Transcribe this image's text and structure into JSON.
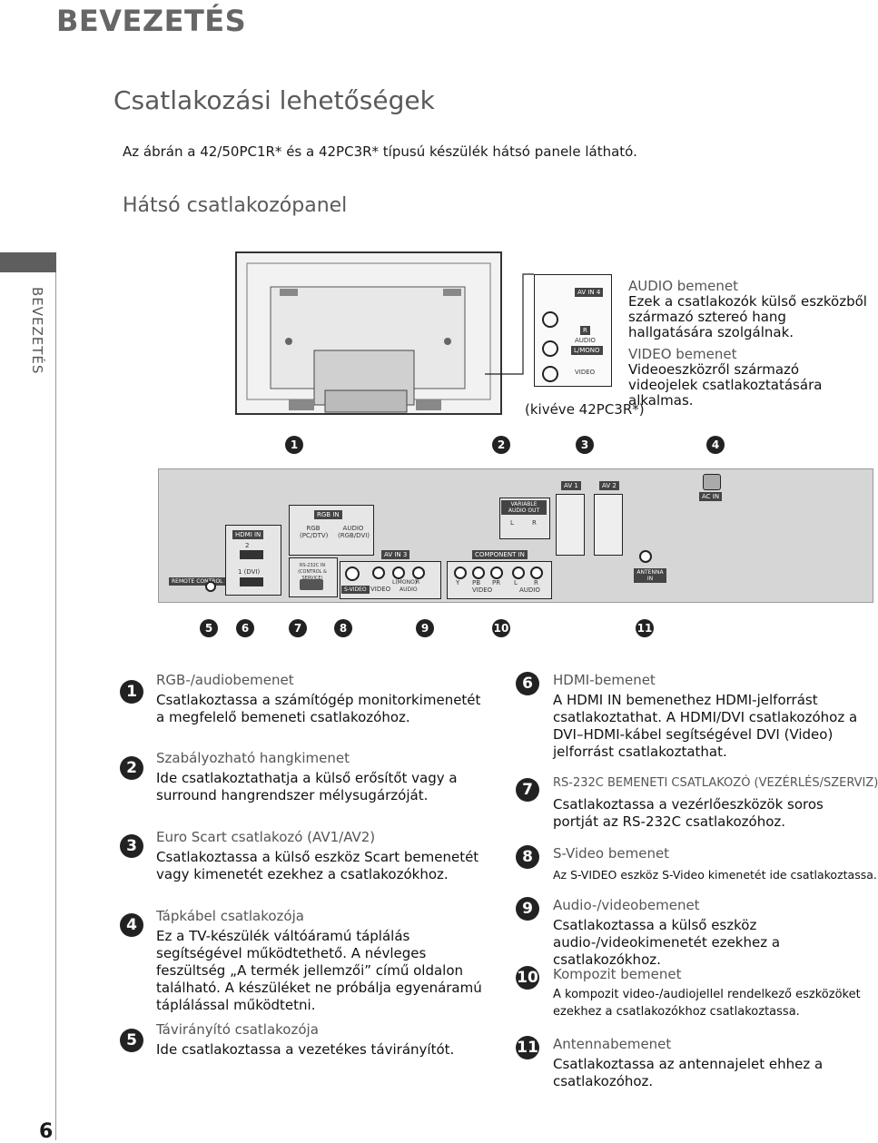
{
  "header": {
    "title": "BEVEZETÉS",
    "side_label": "BEVEZETÉS",
    "page_number": "6"
  },
  "section_title": "Csatlakozási lehetőségek",
  "intro": "Az ábrán a 42/50PC1R* és a 42PC3R* típusú készülék hátsó panele látható.",
  "subheading": "Hátsó csatlakozópanel",
  "side_panel": {
    "jack_box_title": "AV IN 4",
    "jack_labels": {
      "r": "R",
      "audio": "AUDIO",
      "lmono": "L/MONO",
      "video": "VIDEO"
    },
    "except_note": "(kivéve 42PC3R*)",
    "audio_title": "AUDIO bemenet",
    "audio_text": "Ezek a csatlakozók külső eszközből származó sztereó hang hallgatására szolgálnak.",
    "video_title": "VIDEO bemenet",
    "video_text": "Videoeszközről származó videojelek csatlakoztatására alkalmas."
  },
  "panel_labels": {
    "remote": "REMOTE CONTROL IN",
    "hdmi_in": "HDMI IN",
    "hdmi_2": "2",
    "hdmi_1": "1 (DVI)",
    "rgb_in": "RGB IN",
    "rgb_pc": "RGB (PC/DTV)",
    "audio_rgb": "AUDIO (RGB/DVI)",
    "rs232": "RS-232C IN (CONTROL & SERVICE)",
    "av_in3": "AV IN 3",
    "svideo": "S-VIDEO",
    "video": "VIDEO",
    "lmono": "L(MONO)",
    "r": "R",
    "audio": "AUDIO",
    "variable": "VARIABLE AUDIO OUT",
    "var_l": "L",
    "var_r": "R",
    "component": "COMPONENT IN",
    "y": "Y",
    "pb": "PB",
    "pr": "PR",
    "comp_video": "VIDEO",
    "comp_audio": "AUDIO",
    "av1": "AV 1",
    "av2": "AV 2",
    "ac_in": "AC IN",
    "antenna": "ANTENNA IN"
  },
  "callouts_top": [
    "1",
    "2",
    "3",
    "4"
  ],
  "callouts_bottom": [
    "5",
    "6",
    "7",
    "8",
    "9",
    "10",
    "11"
  ],
  "items_left": [
    {
      "num": "1",
      "title": "RGB-/audiobemenet",
      "body": "Csatlakoztassa a számítógép monitorkimenetét a megfelelő bemeneti csatlakozóhoz."
    },
    {
      "num": "2",
      "title": "Szabályozható hangkimenet",
      "body": "Ide csatlakoztathatja a külső erősítőt vagy a surround hangrendszer mélysugárzóját."
    },
    {
      "num": "3",
      "title": "Euro Scart csatlakozó (AV1/AV2)",
      "body": "Csatlakoztassa a külső eszköz Scart bemenetét vagy kimenetét ezekhez a csatlakozókhoz."
    },
    {
      "num": "4",
      "title": "Tápkábel csatlakozója",
      "body": "Ez a TV-készülék váltóáramú táplálás segítségével működtethető. A névleges feszültség „A termék jellemzői” című oldalon található. A készüléket ne próbálja egyenáramú táplálással működtetni."
    },
    {
      "num": "5",
      "title": "Távirányító csatlakozója",
      "body": "Ide csatlakoztassa a vezetékes távirányítót."
    }
  ],
  "items_right": [
    {
      "num": "6",
      "title": "HDMI-bemenet",
      "body": "A HDMI IN bemenethez HDMI-jelforrást csatlakoztathat. A HDMI/DVI csatlakozóhoz a DVI–HDMI-kábel segítségével DVI (Video) jelforrást csatlakoztathat."
    },
    {
      "num": "7",
      "title": "RS-232C BEMENETI CSATLAKOZÓ (VEZÉRLÉS/SZERVIZ)",
      "body": "Csatlakoztassa a vezérlőeszközök soros portját az RS-232C csatlakozóhoz."
    },
    {
      "num": "8",
      "title": "S-Video bemenet",
      "body": "Az S-VIDEO eszköz S-Video kimenetét ide csatlakoztassa."
    },
    {
      "num": "9",
      "title": "Audio-/videobemenet",
      "body": "Csatlakoztassa a külső eszköz audio-/videokimenetét ezekhez a csatlakozókhoz."
    },
    {
      "num": "10",
      "title": "Kompozit bemenet",
      "body": "A kompozit video-/audiojellel rendelkező eszközöket ezekhez a csatlakozókhoz csatlakoztassa."
    },
    {
      "num": "11",
      "title": "Antennabemenet",
      "body": "Csatlakoztassa az antennajelet ehhez a csatlakozóhoz."
    }
  ]
}
